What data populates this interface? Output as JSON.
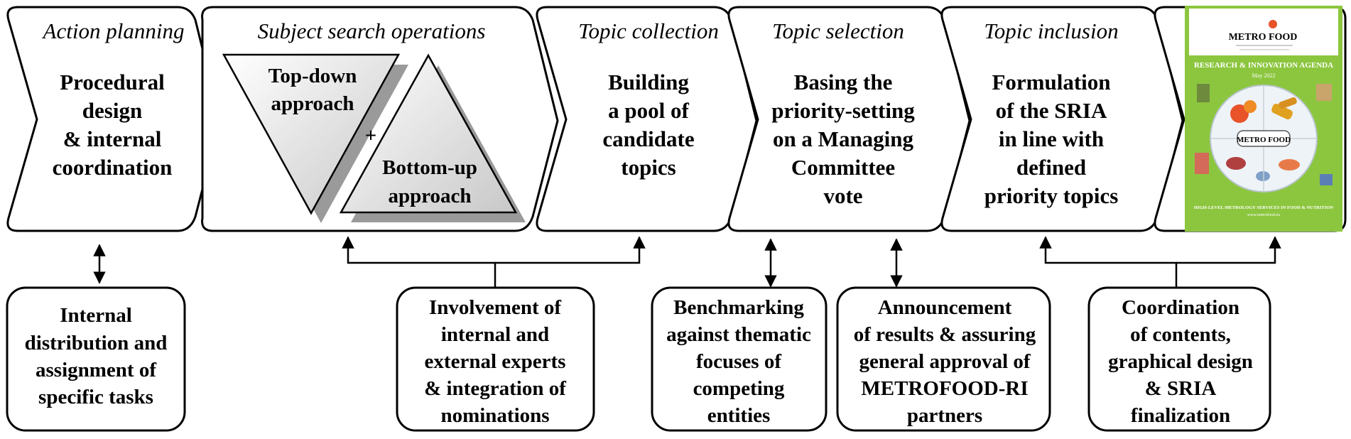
{
  "phases": [
    {
      "title": "Action planning",
      "lines": [
        "Procedural",
        "design",
        "& internal",
        "coordination"
      ]
    },
    {
      "title": "Subject search operations",
      "lines": []
    },
    {
      "title": "Topic collection",
      "lines": [
        "Building",
        "a pool of",
        "candidate",
        "topics"
      ]
    },
    {
      "title": "Topic selection",
      "lines": [
        "Basing the",
        "priority-setting",
        "on a Managing",
        "Committee",
        "vote"
      ]
    },
    {
      "title": "Topic inclusion",
      "lines": [
        "Formulation",
        "of the SRIA",
        "in line with",
        "defined",
        "priority topics"
      ]
    }
  ],
  "approaches": {
    "top_down": [
      "Top-down",
      "approach"
    ],
    "bottom_up": [
      "Bottom-up",
      "approach"
    ],
    "plus": "+"
  },
  "support_boxes": [
    {
      "lines": [
        "Internal",
        "distribution and",
        "assignment of",
        "specific tasks"
      ]
    },
    {
      "lines": [
        "Involvement of",
        "internal and",
        "external experts",
        "& integration of",
        "nominations"
      ]
    },
    {
      "lines": [
        "Benchmarking",
        "against thematic",
        "focuses of",
        "competing",
        "entities"
      ]
    },
    {
      "lines": [
        "Announcement",
        "of results & assuring",
        "general approval of",
        "METROFOOD-RI",
        "partners"
      ]
    },
    {
      "lines": [
        "Coordination",
        "of contents,",
        "graphical design",
        "& SRIA",
        "finalization"
      ]
    }
  ],
  "cover": {
    "logo": "METRO FOOD",
    "heading": "RESEARCH & INNOVATION AGENDA",
    "date": "May 2022",
    "plate_logo": "METRO FOOD",
    "tagline": "HIGH-LEVEL METROLOGY SERVICES IN FOOD & NUTRITION",
    "url": "www.metrofood.eu",
    "colors": {
      "green": "#8cc63f",
      "plate": "#eef3f7",
      "tomato": "#e8532a"
    }
  }
}
